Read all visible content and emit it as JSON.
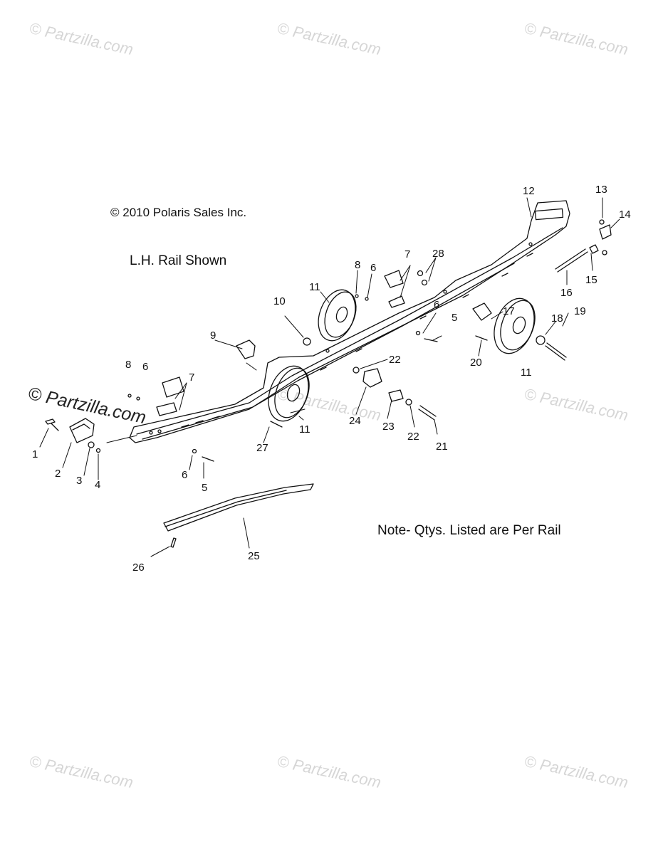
{
  "notes": {
    "copyright": "© 2010 Polaris Sales Inc.",
    "rail_shown": "L.H. Rail Shown",
    "qty_note": "Note- Qtys. Listed are Per Rail"
  },
  "watermark": {
    "text": "© Partzilla.com",
    "color": "#d6d6d6"
  },
  "callouts": [
    "1",
    "2",
    "3",
    "4",
    "5",
    "5",
    "6",
    "6",
    "6",
    "7",
    "7",
    "8",
    "8",
    "9",
    "10",
    "11",
    "11",
    "11",
    "12",
    "13",
    "14",
    "15",
    "16",
    "17",
    "18",
    "19",
    "20",
    "21",
    "22",
    "22",
    "23",
    "24",
    "25",
    "26",
    "27",
    "28"
  ]
}
